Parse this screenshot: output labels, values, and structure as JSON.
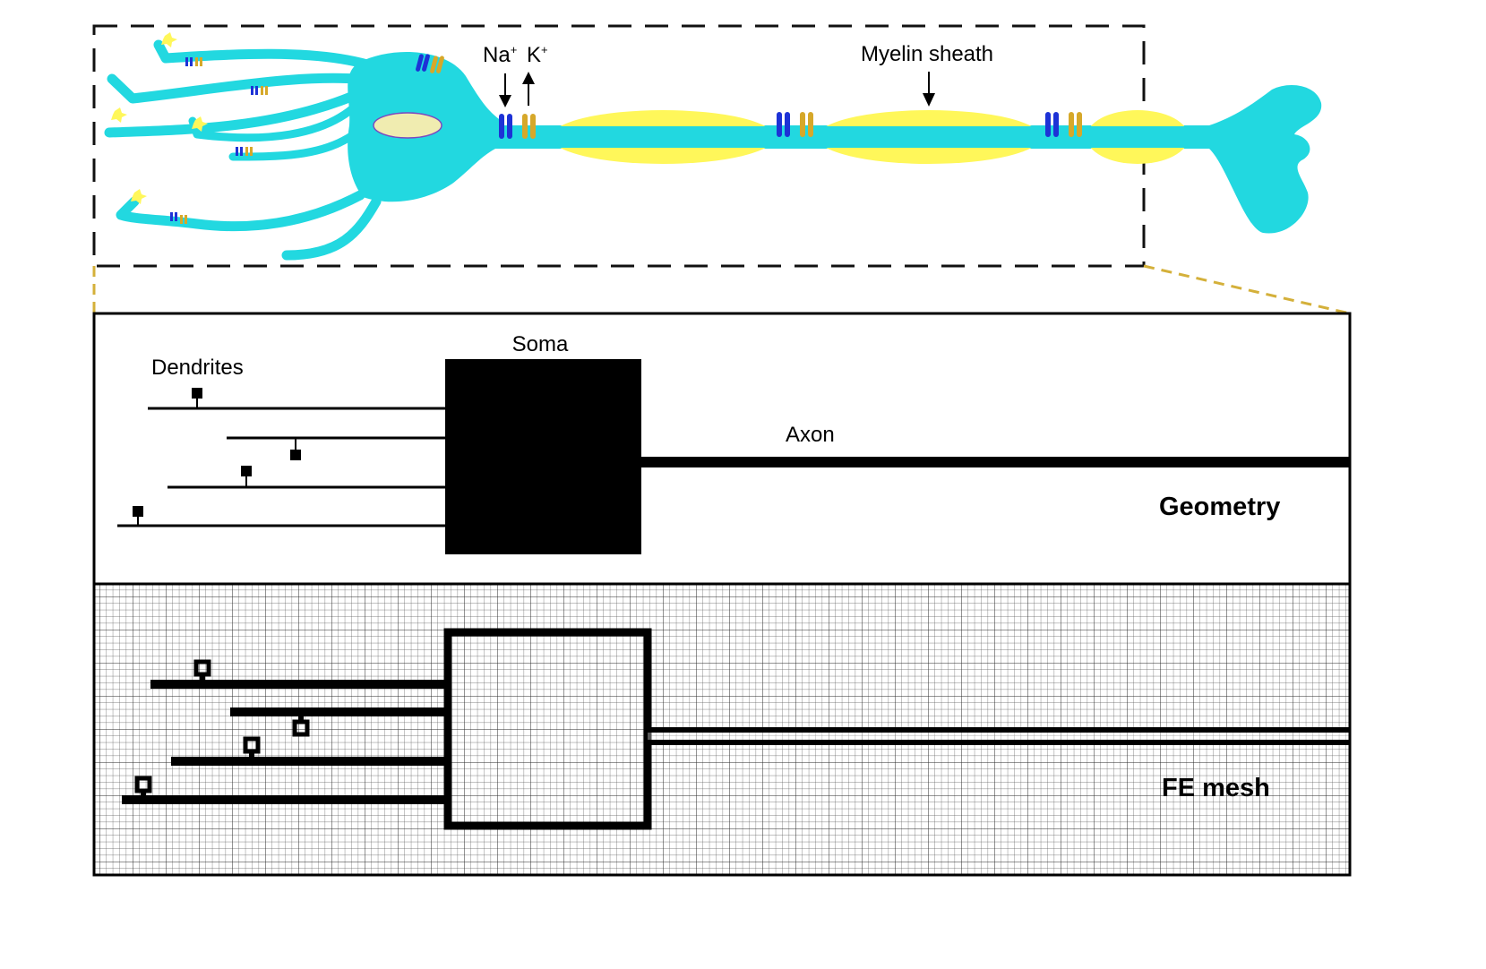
{
  "neuron": {
    "na_label": "Na",
    "na_sup": "+",
    "k_label": "K",
    "k_sup": "+",
    "myelin_label": "Myelin sheath"
  },
  "geometry": {
    "dendrites_label": "Dendrites",
    "soma_label": "Soma",
    "axon_label": "Axon",
    "panel_title": "Geometry"
  },
  "mesh": {
    "panel_title": "FE mesh"
  },
  "colors": {
    "cell_body": "#22d8e0",
    "myelin": "#fff75a",
    "nucleus": "#f0ecb0",
    "na_channel": "#1d32d6",
    "k_channel": "#d6a82a",
    "zoom_line": "#d4b03a"
  }
}
